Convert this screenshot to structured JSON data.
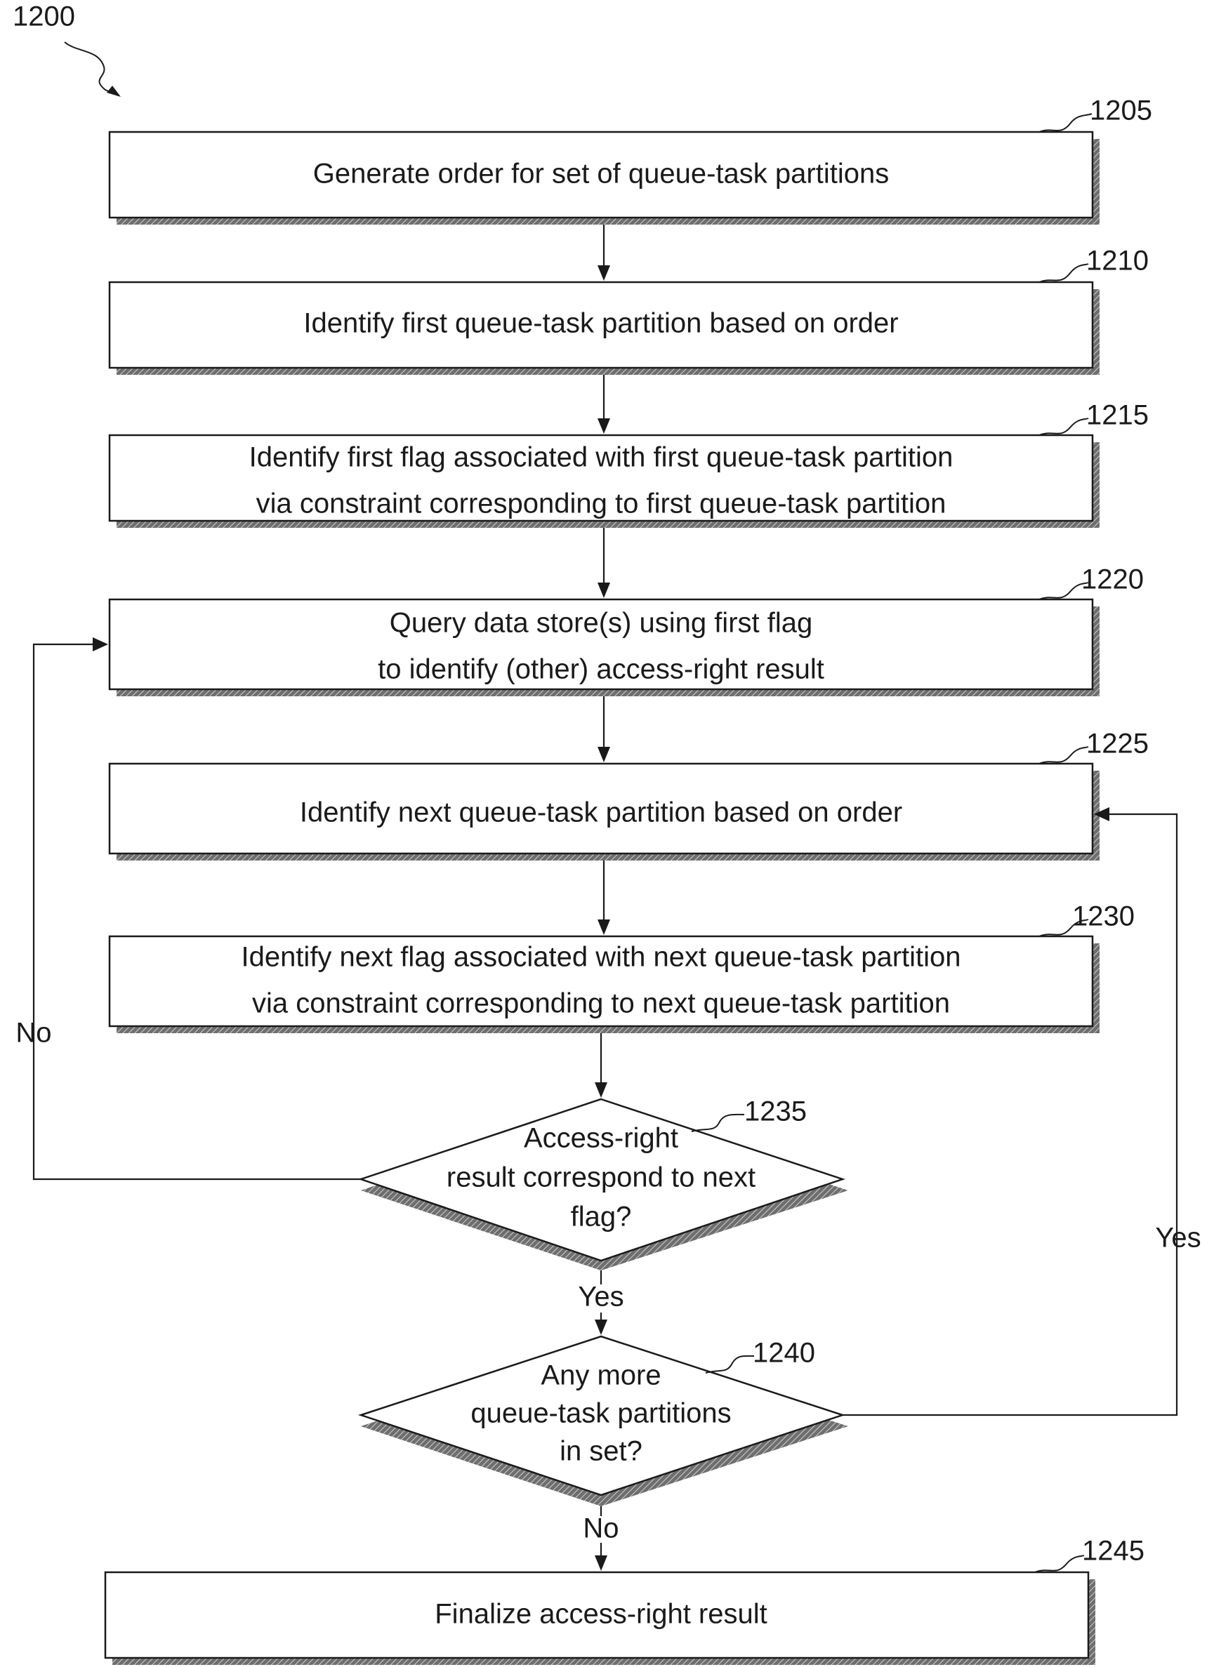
{
  "figure_ref": "1200",
  "steps": {
    "s1205": {
      "ref": "1205",
      "lines": [
        "Generate order for set of queue-task partitions"
      ]
    },
    "s1210": {
      "ref": "1210",
      "lines": [
        "Identify first queue-task partition based on order"
      ]
    },
    "s1215": {
      "ref": "1215",
      "lines": [
        "Identify first flag associated with first queue-task partition",
        "via constraint corresponding to first queue-task partition"
      ]
    },
    "s1220": {
      "ref": "1220",
      "lines": [
        "Query data store(s) using first flag",
        "to identify (other) access-right result"
      ]
    },
    "s1225": {
      "ref": "1225",
      "lines": [
        "Identify next queue-task partition based on order"
      ]
    },
    "s1230": {
      "ref": "1230",
      "lines": [
        "Identify next flag associated with next queue-task partition",
        "via constraint corresponding to next queue-task partition"
      ]
    },
    "s1245": {
      "ref": "1245",
      "lines": [
        "Finalize access-right result"
      ]
    }
  },
  "decisions": {
    "d1235": {
      "ref": "1235",
      "lines": [
        "Access-right",
        "result correspond to next",
        "flag?"
      ]
    },
    "d1240": {
      "ref": "1240",
      "lines": [
        "Any more",
        "queue-task partitions",
        "in set?"
      ]
    }
  },
  "branch_labels": {
    "no_left": "No",
    "yes_1235": "Yes",
    "yes_right": "Yes",
    "no_1240": "No"
  }
}
